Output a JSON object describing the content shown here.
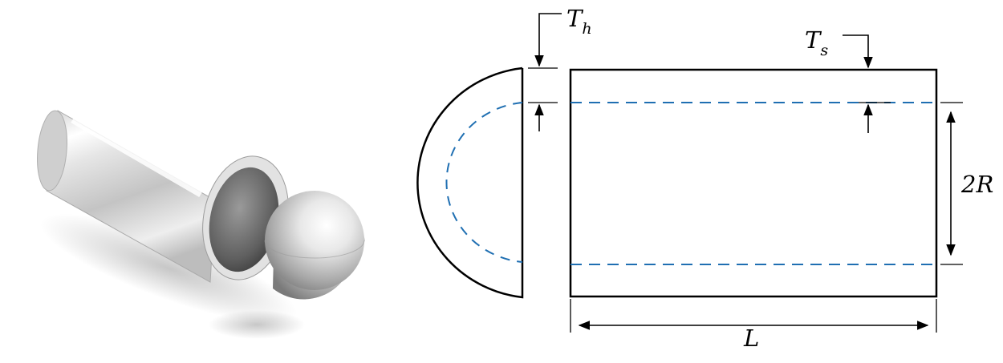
{
  "colors": {
    "outline": "#000000",
    "inner_dashed": "#1f6fb2",
    "metal_light": "#f4f4f4",
    "metal_mid": "#c9c9c9",
    "metal_dark": "#6e6e6e"
  },
  "illustration": {
    "tube_icon": "metal-tube-icon",
    "cap_icon": "hemispherical-cap-icon"
  },
  "labels": {
    "head_thickness": {
      "base": "T",
      "sub": "h"
    },
    "shell_thickness": {
      "base": "T",
      "sub": "s"
    },
    "diameter": "2R",
    "length": "L"
  }
}
